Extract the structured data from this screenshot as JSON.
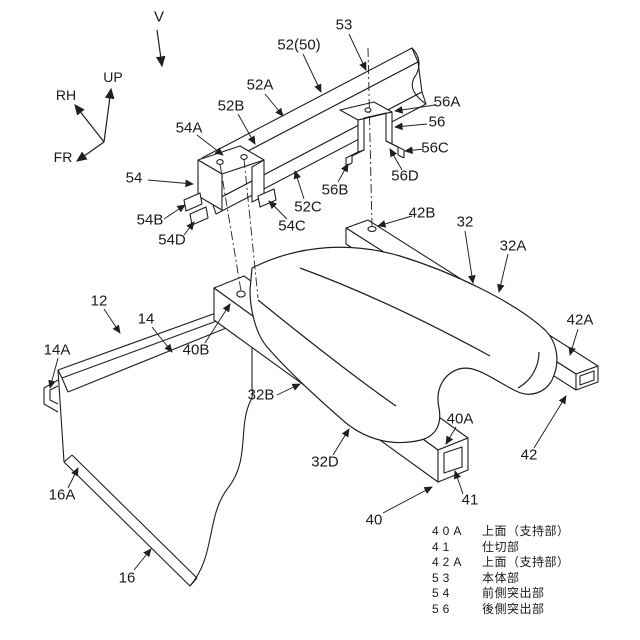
{
  "figure": {
    "view_label": "V",
    "axes": {
      "up": "UP",
      "rh": "RH",
      "fr": "FR"
    }
  },
  "refs": {
    "r53": "53",
    "r52_50": "52(50)",
    "r52A": "52A",
    "r52B": "52B",
    "r54A": "54A",
    "r56A": "56A",
    "r56": "56",
    "r56C": "56C",
    "r56D": "56D",
    "r56B": "56B",
    "r54": "54",
    "r52C": "52C",
    "r54C": "54C",
    "r54B": "54B",
    "r54D": "54D",
    "r42B": "42B",
    "r32": "32",
    "r32A": "32A",
    "r12": "12",
    "r14": "14",
    "r14A": "14A",
    "r40B": "40B",
    "r42A": "42A",
    "r32B": "32B",
    "r42": "42",
    "r40A": "40A",
    "r32D": "32D",
    "r16A": "16A",
    "r41": "41",
    "r40": "40",
    "r16": "16"
  },
  "legend": {
    "rows": [
      {
        "num": "40A",
        "desc": "上面（支持部）"
      },
      {
        "num": "41",
        "desc": "仕切部"
      },
      {
        "num": "42A",
        "desc": "上面（支持部）"
      },
      {
        "num": "53",
        "desc": "本体部"
      },
      {
        "num": "54",
        "desc": "前側突出部"
      },
      {
        "num": "56",
        "desc": "後側突出部"
      }
    ]
  }
}
